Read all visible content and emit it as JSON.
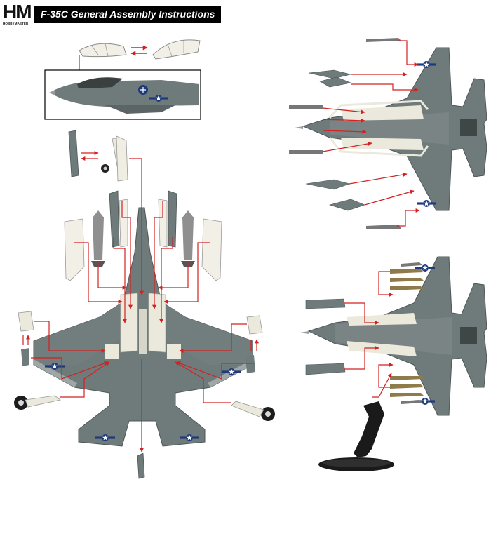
{
  "header": {
    "brand_mark": "HM",
    "brand_subtext": "HOBBYMASTER",
    "title": "F-35C General Assembly Instructions"
  },
  "colors": {
    "airframe_gray": "#6f7a7a",
    "airframe_dark": "#525b5b",
    "bay_white": "#ebe9dc",
    "arrow_red": "#d42020",
    "title_bar": "#000000",
    "roundel_blue": "#1f3a7a",
    "stand_black": "#1a1a1a"
  },
  "panels": [
    {
      "id": "canopy-detail",
      "content": "canopy open/closed swap with cockpit inset"
    },
    {
      "id": "underside-gear-weapons",
      "content": "underside view with landing gear, bay doors and pylon stores"
    },
    {
      "id": "internal-bay-loadout",
      "content": "top-down plan view with internal weapon bay stores"
    },
    {
      "id": "external-loadout-stand",
      "content": "plan view with external stores and display stand"
    }
  ]
}
